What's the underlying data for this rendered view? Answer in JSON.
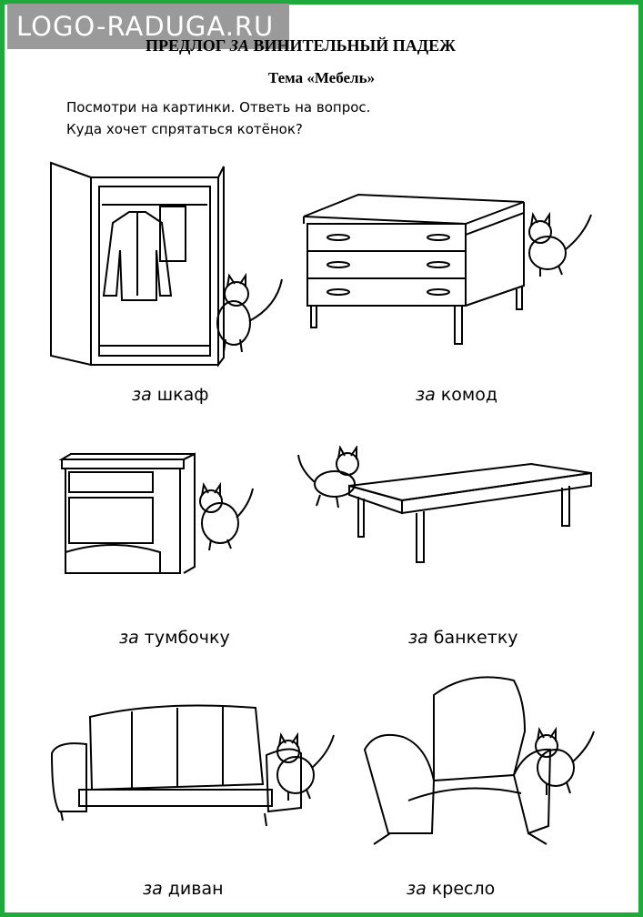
{
  "watermark": "LOGO-RADUGA.RU",
  "title": {
    "part1": "ПРЕДЛОГ ",
    "part2": "ЗА",
    "part3": " ВИНИТЕЛЬНЫЙ ПАДЕЖ"
  },
  "subtitle": "Тема «Мебель»",
  "instructions": {
    "line1": "Посмотри на картинки. Ответь на вопрос.",
    "line2": "Куда хочет спрятаться котёнок?"
  },
  "items": [
    {
      "prep": "за",
      "word": "шкаф"
    },
    {
      "prep": "за",
      "word": "комод"
    },
    {
      "prep": "за",
      "word": "тумбочку"
    },
    {
      "prep": "за",
      "word": "банкетку"
    },
    {
      "prep": "за",
      "word": "диван"
    },
    {
      "prep": "за",
      "word": "кресло"
    }
  ],
  "colors": {
    "border": "#1faa3c",
    "watermark_bg": "#9a9a9a"
  }
}
